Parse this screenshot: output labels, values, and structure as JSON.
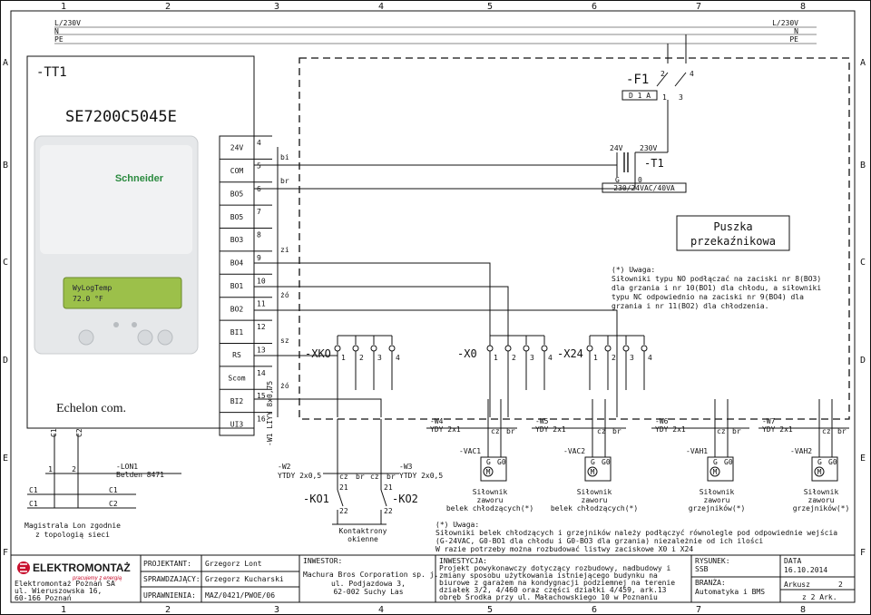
{
  "grid": {
    "cols": [
      "1",
      "2",
      "3",
      "4",
      "5",
      "6",
      "7",
      "8"
    ],
    "rows": [
      "A",
      "B",
      "C",
      "D",
      "E",
      "F"
    ]
  },
  "supply": {
    "left": [
      "L/230V",
      "N",
      "PE"
    ],
    "right": [
      "L/230V",
      "N",
      "PE"
    ]
  },
  "controller": {
    "tag": "-TT1",
    "model": "SE7200C5045E",
    "brand": "Schneider",
    "lcd_line1": "WyLogTemp",
    "lcd_line2": "72.0 °F",
    "echelon": "Echelon com.",
    "c1": "C1",
    "c2": "C2",
    "terminals": [
      "24V",
      "COM",
      "BO5",
      "BO5",
      "BO3",
      "BO4",
      "BO1",
      "BO2",
      "BI1",
      "RS",
      "Scom",
      "BI2",
      "UI3"
    ],
    "pin_numbers": [
      "4",
      "5",
      "6",
      "7",
      "8",
      "9",
      "10",
      "11",
      "12",
      "13",
      "14",
      "15",
      "16"
    ],
    "wire_colors": [
      "bi",
      "br",
      "zi",
      "żó",
      "sz",
      "żó"
    ]
  },
  "fuse": {
    "tag": "-F1",
    "spec": "D 1 A",
    "n1": "1",
    "n2": "2",
    "n3": "3",
    "n4": "4"
  },
  "transformer": {
    "tag": "-T1",
    "in_v": "230V",
    "out_v": "24V",
    "g": "G",
    "o": "0",
    "spec": "230/24VAC/40VA"
  },
  "relay_box": {
    "title": "Puszka przekaźnikowa"
  },
  "note_top": [
    "(*) Uwaga:",
    "Siłowniki typu NO podłączać na zaciski nr 8(BO3)",
    "dla grzania i nr 10(BO1) dla chłodu, a siłowniki",
    "typu NC odpowiednio na zaciski nr 9(BO4) dla",
    "grzania i nr 11(BO2) dla chłodzenia."
  ],
  "terminal_strips": [
    {
      "tag": "-XKO",
      "pins": [
        "1",
        "2",
        "3",
        "4"
      ]
    },
    {
      "tag": "-X0",
      "pins": [
        "1",
        "2",
        "3",
        "4"
      ]
    },
    {
      "tag": "-X24",
      "pins": [
        "1",
        "2",
        "3",
        "4"
      ]
    }
  ],
  "cables": {
    "w1": "-W1 LIYY 8x0,75",
    "w2": "-W2",
    "w2_type": "YTDY 2x0,5",
    "w3": "-W3",
    "w3_type": "YTDY 2x0,5",
    "w4": "-W4",
    "w5": "-W5",
    "w6": "-W6",
    "w7": "-W7",
    "ydy": "YDY 2x1",
    "cz": "cz",
    "br": "br"
  },
  "contacts": {
    "ko1": "-KO1",
    "ko2": "-KO2",
    "n21": "21",
    "n22": "22",
    "label_line1": "Kontaktrony",
    "label_line2": "okienne"
  },
  "lon": {
    "tag": "-LON1",
    "type": "Belden 8471",
    "c1": "C1",
    "c2": "C2",
    "n1": "1",
    "n2": "2",
    "note": [
      "Magistrala Lon zgodnie",
      "z topologią sieci"
    ]
  },
  "actuators": [
    {
      "tag": "-VAC1",
      "label": [
        "Siłownik",
        "zaworu",
        "belek chłodzących(*)"
      ]
    },
    {
      "tag": "-VAC2",
      "label": [
        "Siłownik",
        "zaworu",
        "belek chłodzących(*)"
      ]
    },
    {
      "tag": "-VAH1",
      "label": [
        "Siłownik",
        "zaworu",
        "grzejników(*)"
      ]
    },
    {
      "tag": "-VAH2",
      "label": [
        "Siłownik",
        "zaworu",
        "grzejników(*)"
      ]
    }
  ],
  "act_pins": {
    "g": "G",
    "g0": "G0",
    "m": "M"
  },
  "note_bottom": [
    "(*) Uwaga:",
    "Siłowniki belek chłodzących i grzejników należy podłączyć równolegle pod odpowiednie wejścia",
    "(G-24VAC, G0-BO1 dla chłodu i G0-BO3 dla grzania) niezależnie od ich ilości",
    "W razie potrzeby można rozbudować listwy zaciskowe X0 i X24"
  ],
  "title_block": {
    "company_logo": "ELEKTROMONTAŻ",
    "company_tagline": "pracujemy z energią",
    "company_addr": [
      "Elektromontaż Poznań SA",
      "ul. Wieruszowska 16,",
      "60-166 Poznań"
    ],
    "designer_label": "PROJEKTANT:",
    "designer": "Grzegorz Lont",
    "checker_label": "SPRAWDZAJĄCY:",
    "checker": "Grzegorz Kucharski",
    "license_label": "UPRAWNIENIA:",
    "license": "MAZ/0421/PWOE/06",
    "investor_label": "INWESTOR:",
    "investor": [
      "Machura Bros Corporation sp. j.",
      "ul. Podjazdowa 3,",
      "62-002 Suchy Las"
    ],
    "investment_label": "INWESTYCJA:",
    "investment": [
      "Projekt powykonawczy dotyczący rozbudowy, nadbudowy i",
      "zmiany sposobu użytkowania istniejącego budynku na",
      "biurowe z garażem na kondygnacji podziemnej na terenie",
      "działek 3/2, 4/460 oraz części działki 4/459, ark.13",
      "obręb Środka przy ul. Małachowskiego 10 w Poznaniu"
    ],
    "drawing_label": "RYSUNEK:",
    "drawing": "SSB",
    "branch_label": "BRANŻA:",
    "branch": "Automatyka i BMS",
    "date_label": "DATA",
    "date": "16.10.2014",
    "sheet_label": "Arkusz",
    "sheet": "2",
    "sheets_of": "z 2 Ark."
  }
}
